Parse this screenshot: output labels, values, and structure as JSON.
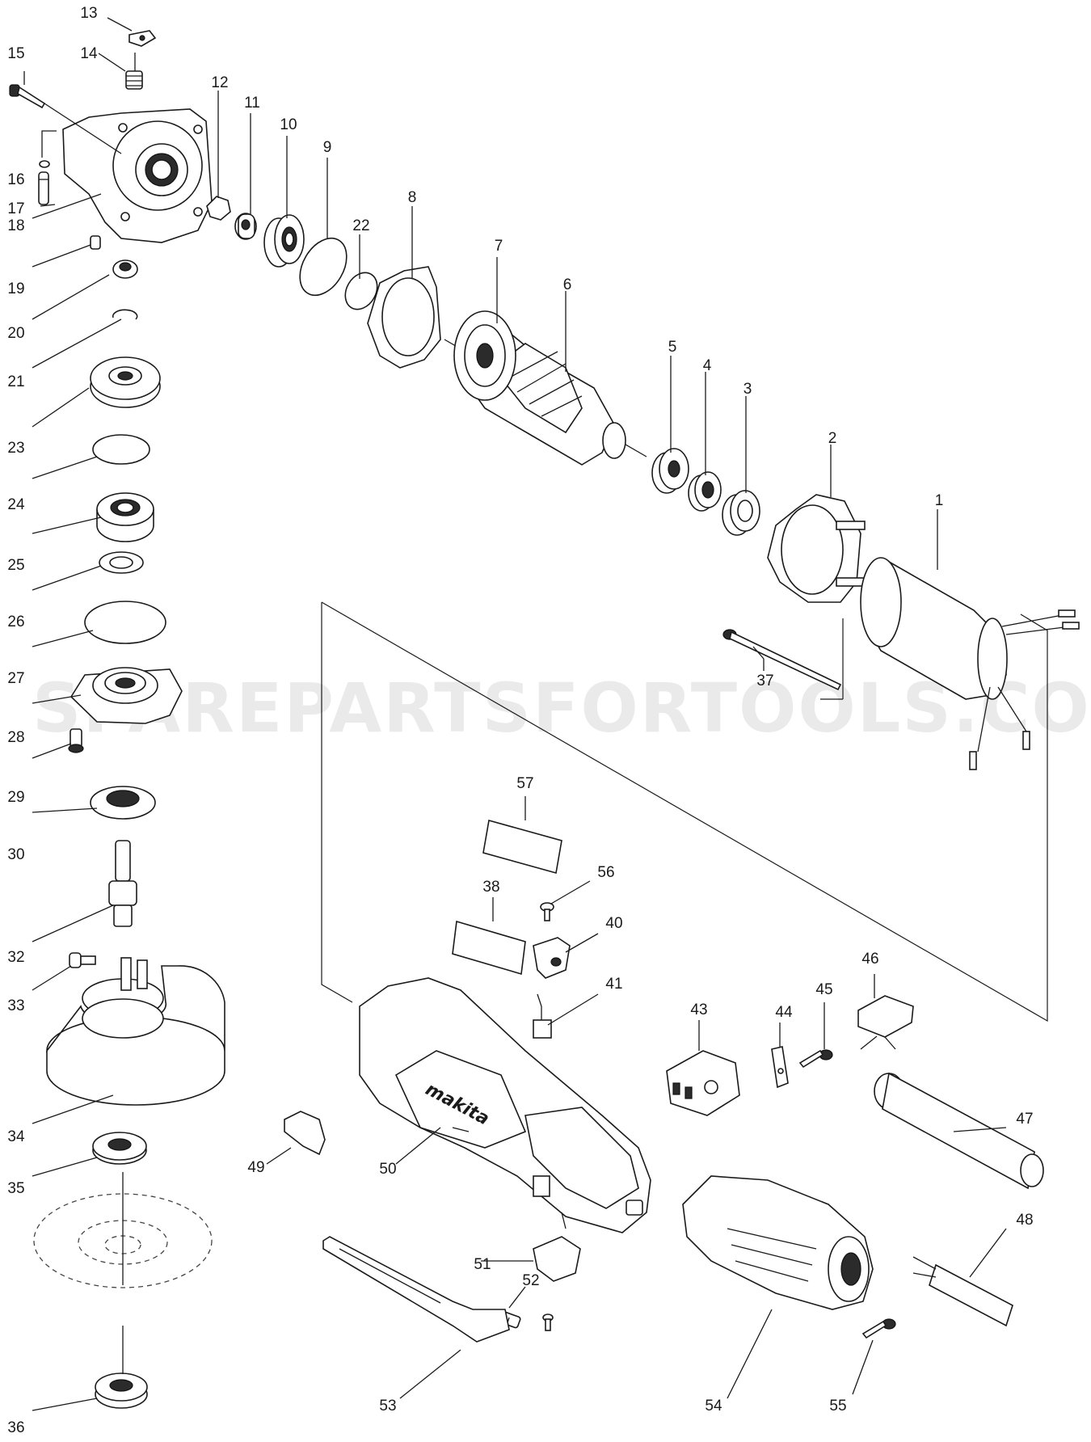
{
  "watermark": "SPAREPARTSFORTOOLS.COM.AU",
  "brand_text": "makita",
  "part_numbers": {
    "p1": "1",
    "p2": "2",
    "p3": "3",
    "p4": "4",
    "p5": "5",
    "p6": "6",
    "p7": "7",
    "p8": "8",
    "p9": "9",
    "p10": "10",
    "p11": "11",
    "p12": "12",
    "p13": "13",
    "p14": "14",
    "p15": "15",
    "p16": "16",
    "p17": "17",
    "p18": "18",
    "p19": "19",
    "p20": "20",
    "p21": "21",
    "p22": "22",
    "p23": "23",
    "p24": "24",
    "p25": "25",
    "p26": "26",
    "p27": "27",
    "p28": "28",
    "p29": "29",
    "p30": "30",
    "p32": "32",
    "p33": "33",
    "p34": "34",
    "p35": "35",
    "p36": "36",
    "p37": "37",
    "p38": "38",
    "p40": "40",
    "p41": "41",
    "p43": "43",
    "p44": "44",
    "p45": "45",
    "p46": "46",
    "p47": "47",
    "p48": "48",
    "p49": "49",
    "p50": "50",
    "p51": "51",
    "p52": "52",
    "p53": "53",
    "p54": "54",
    "p55": "55",
    "p56": "56",
    "p57": "57"
  }
}
